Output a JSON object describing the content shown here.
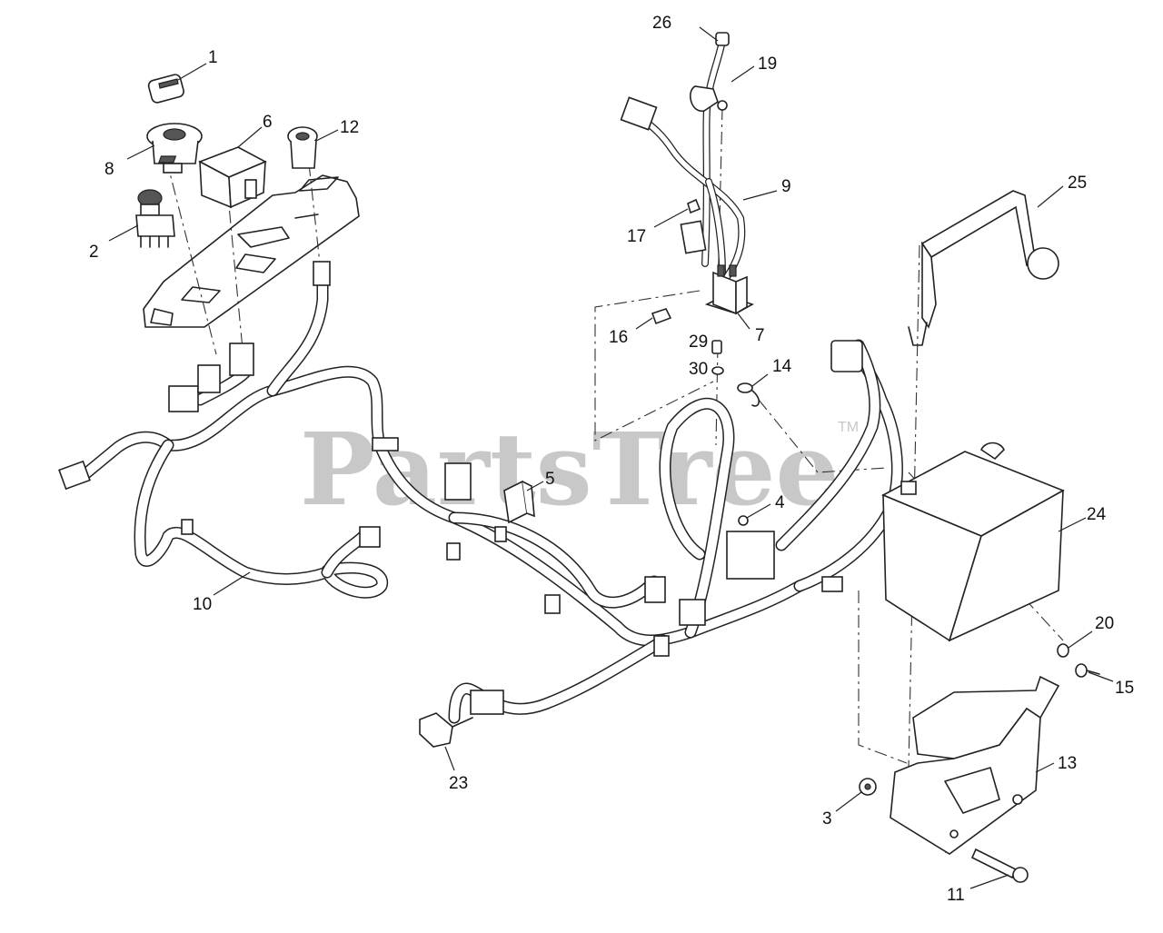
{
  "watermark": {
    "text": "PartsTree",
    "trademark": "TM"
  },
  "callouts": {
    "c1": "1",
    "c2": "2",
    "c3": "3",
    "c4": "4",
    "c5": "5",
    "c6": "6",
    "c7": "7",
    "c8": "8",
    "c9": "9",
    "c10": "10",
    "c11": "11",
    "c12": "12",
    "c13": "13",
    "c14": "14",
    "c15": "15",
    "c16": "16",
    "c17": "17",
    "c19": "19",
    "c20": "20",
    "c23": "23",
    "c24": "24",
    "c25": "25",
    "c26": "26",
    "c29": "29",
    "c30": "30"
  }
}
